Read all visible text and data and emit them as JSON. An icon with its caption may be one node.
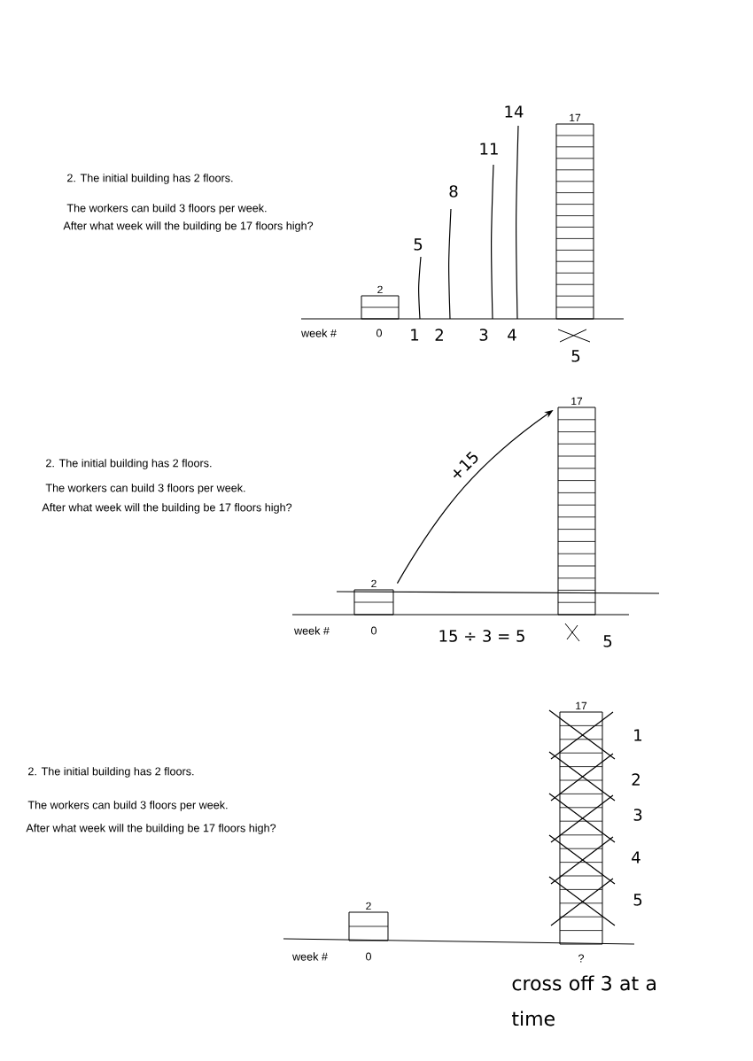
{
  "diagram": {
    "nodes": [
      {
        "text": [
          "2"
        ]
      },
      {
        "text": [
          "17"
        ]
      },
      {
        "text": [
          "2"
        ]
      },
      {
        "text": [
          "17"
        ]
      },
      {
        "text": [
          "2"
        ]
      },
      {
        "text": [
          "17"
        ]
      }
    ],
    "edges": [
      {
        "from": 2,
        "to": 3,
        "arrow": "to",
        "label": "+15"
      }
    ],
    "labels": [
      "2. The initial building has 2 floors.",
      "The workers can build 3 floors per week.",
      "After what week will the building be 17 floors high?",
      "14",
      "11",
      "8",
      "5",
      "week #",
      "0",
      "1",
      "2",
      "3",
      "4",
      "5",
      "2. The initial building has 2 floors.",
      "The workers can build 3 floors per week.",
      "After what week will the building be 17 floors high?",
      "week #",
      "0",
      "15 ÷ 3 = 5",
      "5",
      "2. The initial building has 2 floors.",
      "The workers can build 3 floors per week.",
      "After what week will the building be 17 floors high?",
      "1",
      "2",
      "3",
      "4",
      "5",
      "week #",
      "0",
      "?",
      "cross off 3 at a time"
    ]
  }
}
